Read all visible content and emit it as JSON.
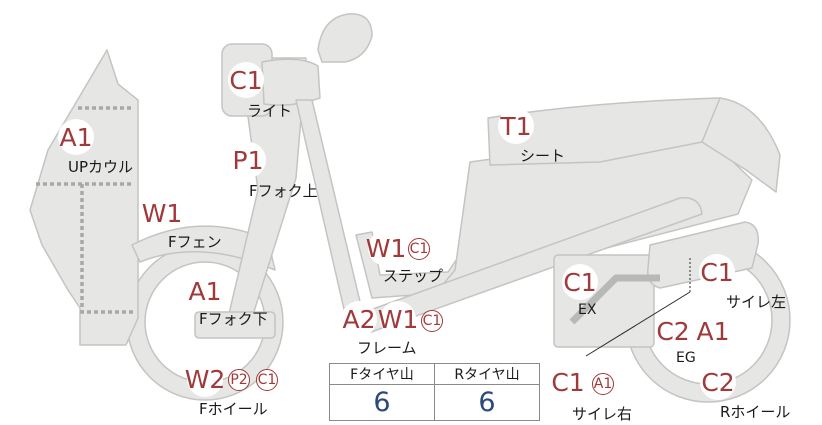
{
  "parts": {
    "light": {
      "label": "ライト",
      "codes": [
        "C1"
      ]
    },
    "upcowl": {
      "label": "UPカウル",
      "codes": [
        "A1"
      ]
    },
    "fforkup": {
      "label": "Fフォク上",
      "codes": [
        "P1"
      ]
    },
    "seat": {
      "label": "シート",
      "codes": [
        "T1"
      ]
    },
    "ffender": {
      "label": "Fフェン",
      "codes": [
        "W1"
      ]
    },
    "step": {
      "label": "ステップ",
      "codes": [
        "W1",
        "C1"
      ]
    },
    "ffork_down": {
      "label": "Fフォク下",
      "codes": [
        "A1"
      ]
    },
    "frame": {
      "label": "フレーム",
      "codes": [
        "A2",
        "W1",
        "C1"
      ]
    },
    "ex": {
      "label": "EX",
      "codes": [
        "C1"
      ]
    },
    "silencer_left": {
      "label": "サイレ左",
      "codes": [
        "C1"
      ]
    },
    "eg": {
      "label": "EG",
      "codes": [
        "C2",
        "A1"
      ]
    },
    "fwheel": {
      "label": "Fホイール",
      "codes": [
        "W2",
        "P2",
        "C1"
      ]
    },
    "silencer_right": {
      "label": "サイレ右",
      "codes": [
        "C1",
        "A1"
      ]
    },
    "rwheel": {
      "label": "Rホイール",
      "codes": [
        "C2"
      ]
    }
  },
  "tread_table": {
    "headers": [
      "Fタイヤ山",
      "Rタイヤ山"
    ],
    "values": [
      "6",
      "6"
    ]
  },
  "colors": {
    "badge_text": "#a0393a",
    "value_text": "#2a4a7a",
    "body_fill": "#e6e6e4",
    "body_stroke": "#c4c4c2",
    "dotted": "#a8a8a8"
  }
}
